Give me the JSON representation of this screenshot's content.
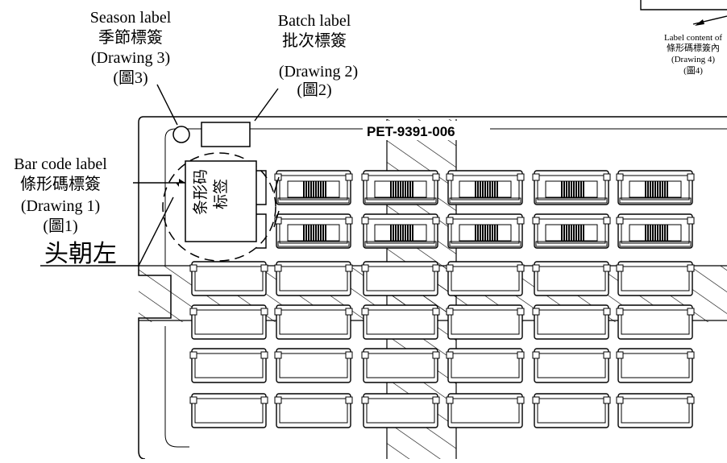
{
  "part_number": "PET-9391-006",
  "season_label": {
    "line1": "Season label",
    "line2": "季節標簽",
    "line3": "(Drawing 3)",
    "line4": "(圖3)"
  },
  "batch_label": {
    "line1": "Batch label",
    "line2": "批次標簽",
    "line3": "(Drawing 2)",
    "line4": "(圖2)"
  },
  "barcode_label": {
    "line1": "Bar code label",
    "line2": "條形碼標簽",
    "line3": "(Drawing 1)",
    "line4": "(圖1)"
  },
  "label_content": {
    "line1": "Label content of",
    "line2": "條形碼標簽內",
    "line3": "(Drawing 4)",
    "line4": "(圖4)"
  },
  "sticker_text": {
    "col1": "条形码",
    "col2": "标签"
  },
  "orientation_text": "头朝左"
}
